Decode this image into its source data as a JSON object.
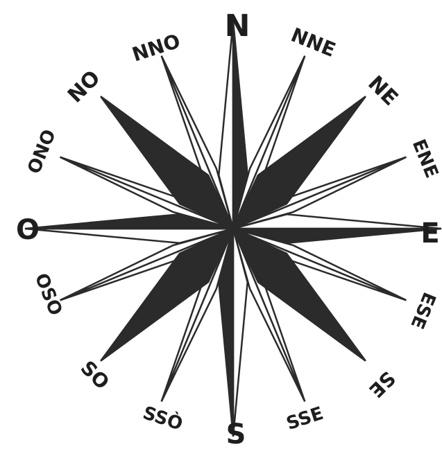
{
  "compass_rose": {
    "ink_color": "#2b2b2b",
    "paper_color": "#ffffff",
    "labels": {
      "N": "N",
      "NNE": "NNE",
      "NE": "NE",
      "ENE": "ENE",
      "E": "E",
      "ESE": "ESE",
      "SE": "SE",
      "SSE": "SSE",
      "S": "S",
      "SSO": "SSÒ",
      "SO": "SO",
      "OSO": "OSO",
      "O": "O",
      "ONO": "ONO",
      "NO": "NO",
      "NNO": "NNO"
    }
  }
}
